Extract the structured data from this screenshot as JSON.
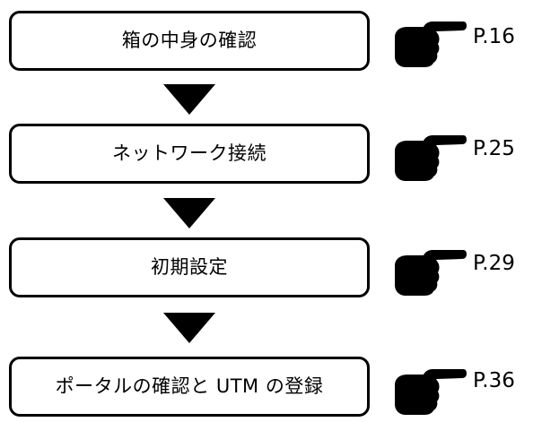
{
  "flow": {
    "steps": [
      {
        "label": "箱の中身の確認",
        "page": "P.16"
      },
      {
        "label": "ネットワーク接続",
        "page": "P.25"
      },
      {
        "label": "初期設定",
        "page": "P.29"
      },
      {
        "label": "ポータルの確認と UTM の登録",
        "page": "P.36"
      }
    ]
  },
  "icons": {
    "step_connector": "down-triangle-arrow-icon",
    "page_pointer": "pointing-hand-icon"
  },
  "colors": {
    "line": "#000000",
    "background": "#ffffff"
  }
}
